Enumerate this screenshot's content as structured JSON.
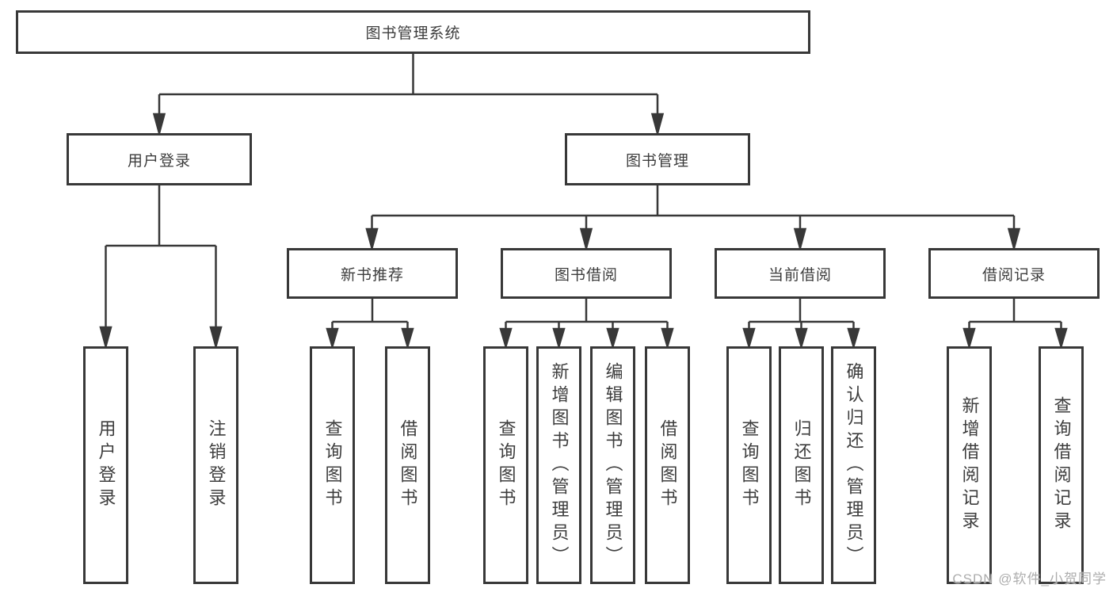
{
  "diagram": {
    "type": "tree",
    "colors": {
      "line": "#383838",
      "box_border": "#383838",
      "text": "#3d3d3d",
      "watermark": "#adadad",
      "background": "#ffffff"
    },
    "tree": {
      "label": "图书管理系统",
      "children": [
        {
          "label": "用户登录",
          "children": [
            {
              "label": "用户登录"
            },
            {
              "label": "注销登录"
            }
          ]
        },
        {
          "label": "图书管理",
          "children": [
            {
              "label": "新书推荐",
              "children": [
                {
                  "label": "查询图书"
                },
                {
                  "label": "借阅图书"
                }
              ]
            },
            {
              "label": "图书借阅",
              "children": [
                {
                  "label": "查询图书"
                },
                {
                  "label": "新增图书（管理员）"
                },
                {
                  "label": "编辑图书（管理员）"
                },
                {
                  "label": "借阅图书"
                }
              ]
            },
            {
              "label": "当前借阅",
              "children": [
                {
                  "label": "查询图书"
                },
                {
                  "label": "归还图书"
                },
                {
                  "label": "确认归还（管理员）"
                }
              ]
            },
            {
              "label": "借阅记录",
              "children": [
                {
                  "label": "新增借阅记录"
                },
                {
                  "label": "查询借阅记录"
                }
              ]
            }
          ]
        }
      ]
    },
    "watermark": {
      "text": "CSDN @软件_小贺同学"
    }
  }
}
